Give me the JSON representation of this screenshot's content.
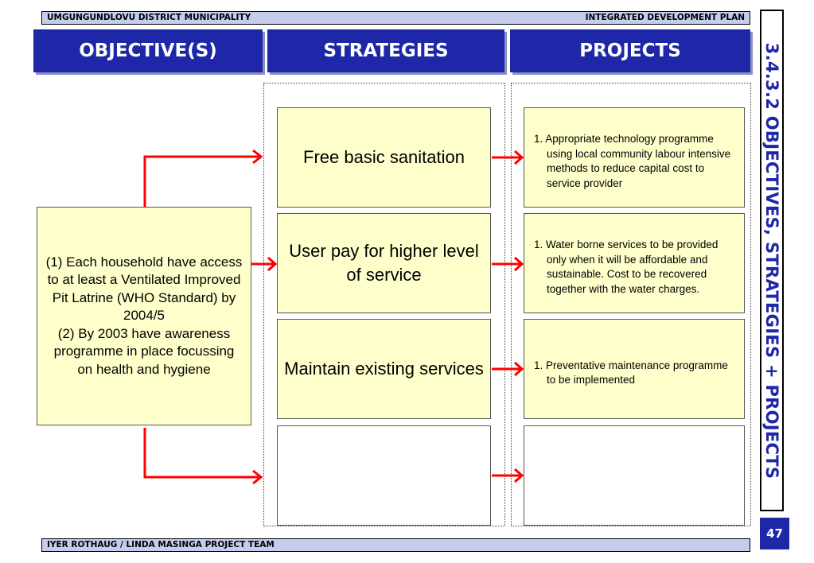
{
  "header": {
    "left": "UMGUNGUNDLOVU DISTRICT MUNICIPALITY",
    "right": "INTEGRATED DEVELOPMENT PLAN"
  },
  "columns": {
    "objectives": "OBJECTIVE(S)",
    "strategies": "STRATEGIES",
    "projects": "PROJECTS"
  },
  "objective": {
    "line1": "(1) Each household have access to at least a Ventilated Improved Pit Latrine (WHO Standard) by 2004/5",
    "line2": "(2)  By 2003 have awareness programme in place focussing on health and hygiene"
  },
  "strategies": [
    "Free basic sanitation",
    "User pay for higher level of service",
    "Maintain existing services",
    ""
  ],
  "projects": [
    "1. Appropriate technology programme using local community labour intensive methods to reduce capital cost to service provider",
    "1. Water borne services to be provided only when it will be affordable and sustainable. Cost to be recovered together with the water charges.",
    "1. Preventative maintenance programme to be implemented",
    ""
  ],
  "sidebar": {
    "title": "3.4.3.2 OBJECTIVES, STRATEGIES + PROJECTS",
    "page_number": "47"
  },
  "footer": {
    "text": "IYER ROTHAUG / LINDA MASINGA PROJECT TEAM"
  },
  "colors": {
    "header_blue": "#1e27a8",
    "bar_lavender": "#c6ccee",
    "box_yellow": "#ffffcc",
    "arrow_red": "#ff0000"
  }
}
